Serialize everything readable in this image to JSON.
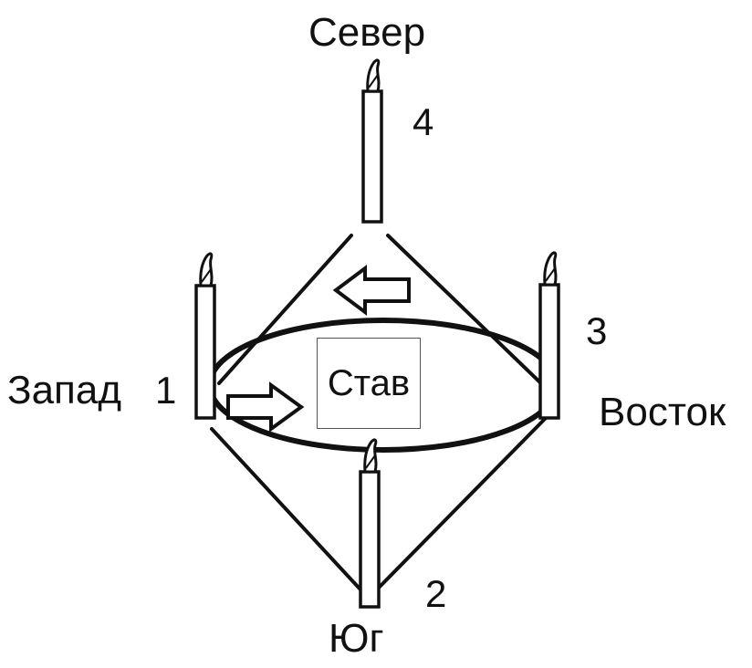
{
  "directions": {
    "north": "Север",
    "south": "Юг",
    "west": "Запад",
    "east": "Восток"
  },
  "numbers": {
    "west": "1",
    "south": "2",
    "east": "3",
    "north": "4"
  },
  "center": {
    "label": "Став"
  }
}
